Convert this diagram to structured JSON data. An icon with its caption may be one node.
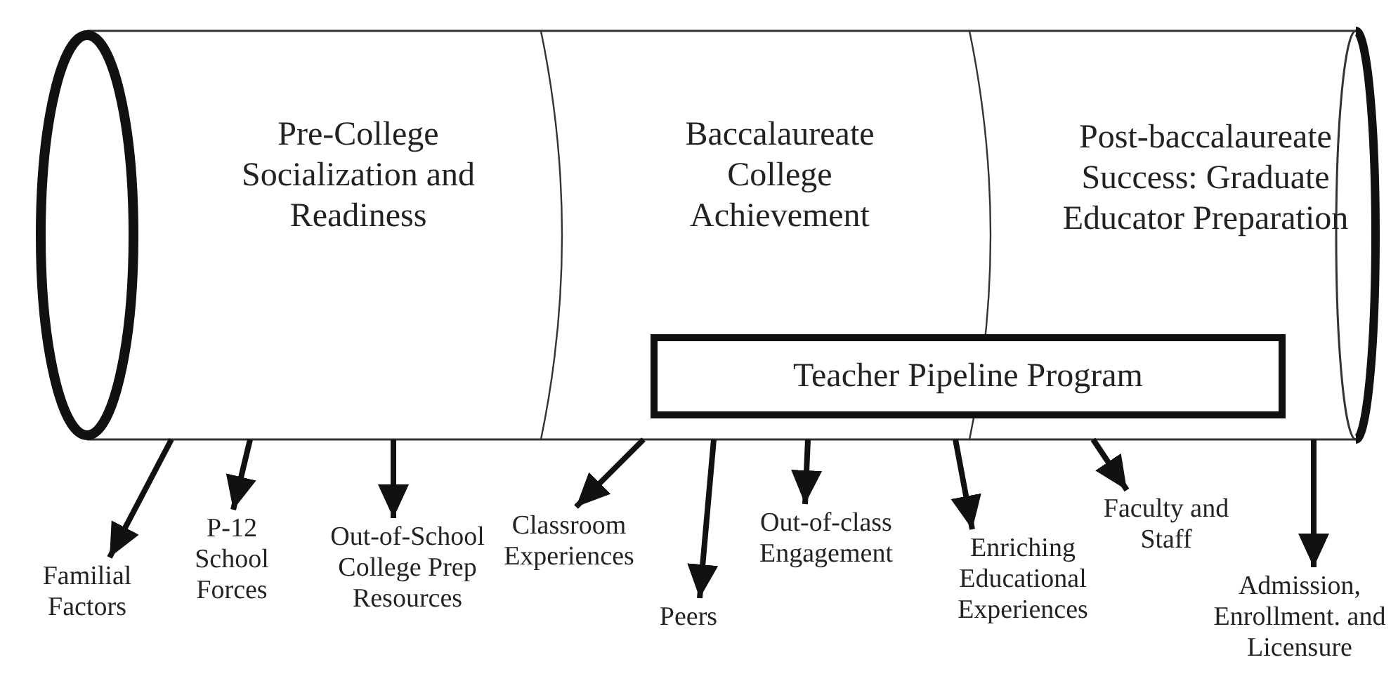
{
  "diagram": {
    "nodes": [
      {
        "text": [
          "Pre-College Socialization and Readiness"
        ]
      },
      {
        "text": [
          "Baccalaureate College Achievement"
        ]
      },
      {
        "text": [
          "Post-baccalaureate Success: Graduate Educator Preparation"
        ]
      },
      {
        "text": [
          "Teacher Pipeline Program"
        ]
      },
      {
        "text": [
          "Familial Factors"
        ]
      },
      {
        "text": [
          "P-12 School Forces"
        ]
      },
      {
        "text": [
          "Out-of-School College Prep Resources"
        ]
      },
      {
        "text": [
          "Classroom Experiences"
        ]
      },
      {
        "text": [
          "Peers"
        ]
      },
      {
        "text": [
          "Out-of-class Engagement"
        ]
      },
      {
        "text": [
          "Enriching Educational Experiences"
        ]
      },
      {
        "text": [
          "Faculty and Staff"
        ]
      },
      {
        "text": [
          "Admission, Enrollment. and Licensure"
        ]
      }
    ],
    "edges": [
      {
        "from": 0,
        "to": 4,
        "arrow": "to"
      },
      {
        "from": 0,
        "to": 5,
        "arrow": "to"
      },
      {
        "from": 0,
        "to": 6,
        "arrow": "to"
      },
      {
        "from": 1,
        "to": 7,
        "arrow": "to"
      },
      {
        "from": 1,
        "to": 8,
        "arrow": "to"
      },
      {
        "from": 1,
        "to": 9,
        "arrow": "to"
      },
      {
        "from": 1,
        "to": 10,
        "arrow": "to"
      },
      {
        "from": 2,
        "to": 11,
        "arrow": "to"
      },
      {
        "from": 2,
        "to": 12,
        "arrow": "to"
      }
    ]
  }
}
